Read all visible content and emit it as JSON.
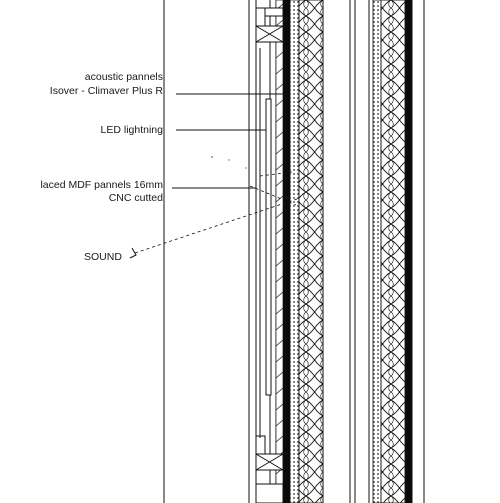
{
  "labels": {
    "acoustic_line1": "acoustic pannels",
    "acoustic_line2": "Isover - Climaver Plus R",
    "led": "LED lightning",
    "mdf_line1": "laced MDF pannels 16mm",
    "mdf_line2": "CNC cutted",
    "sound": "SOUND"
  },
  "colors": {
    "line": "#111111",
    "insulation_fill": "#ffffff",
    "solid_fill": "#0a0a0a"
  }
}
